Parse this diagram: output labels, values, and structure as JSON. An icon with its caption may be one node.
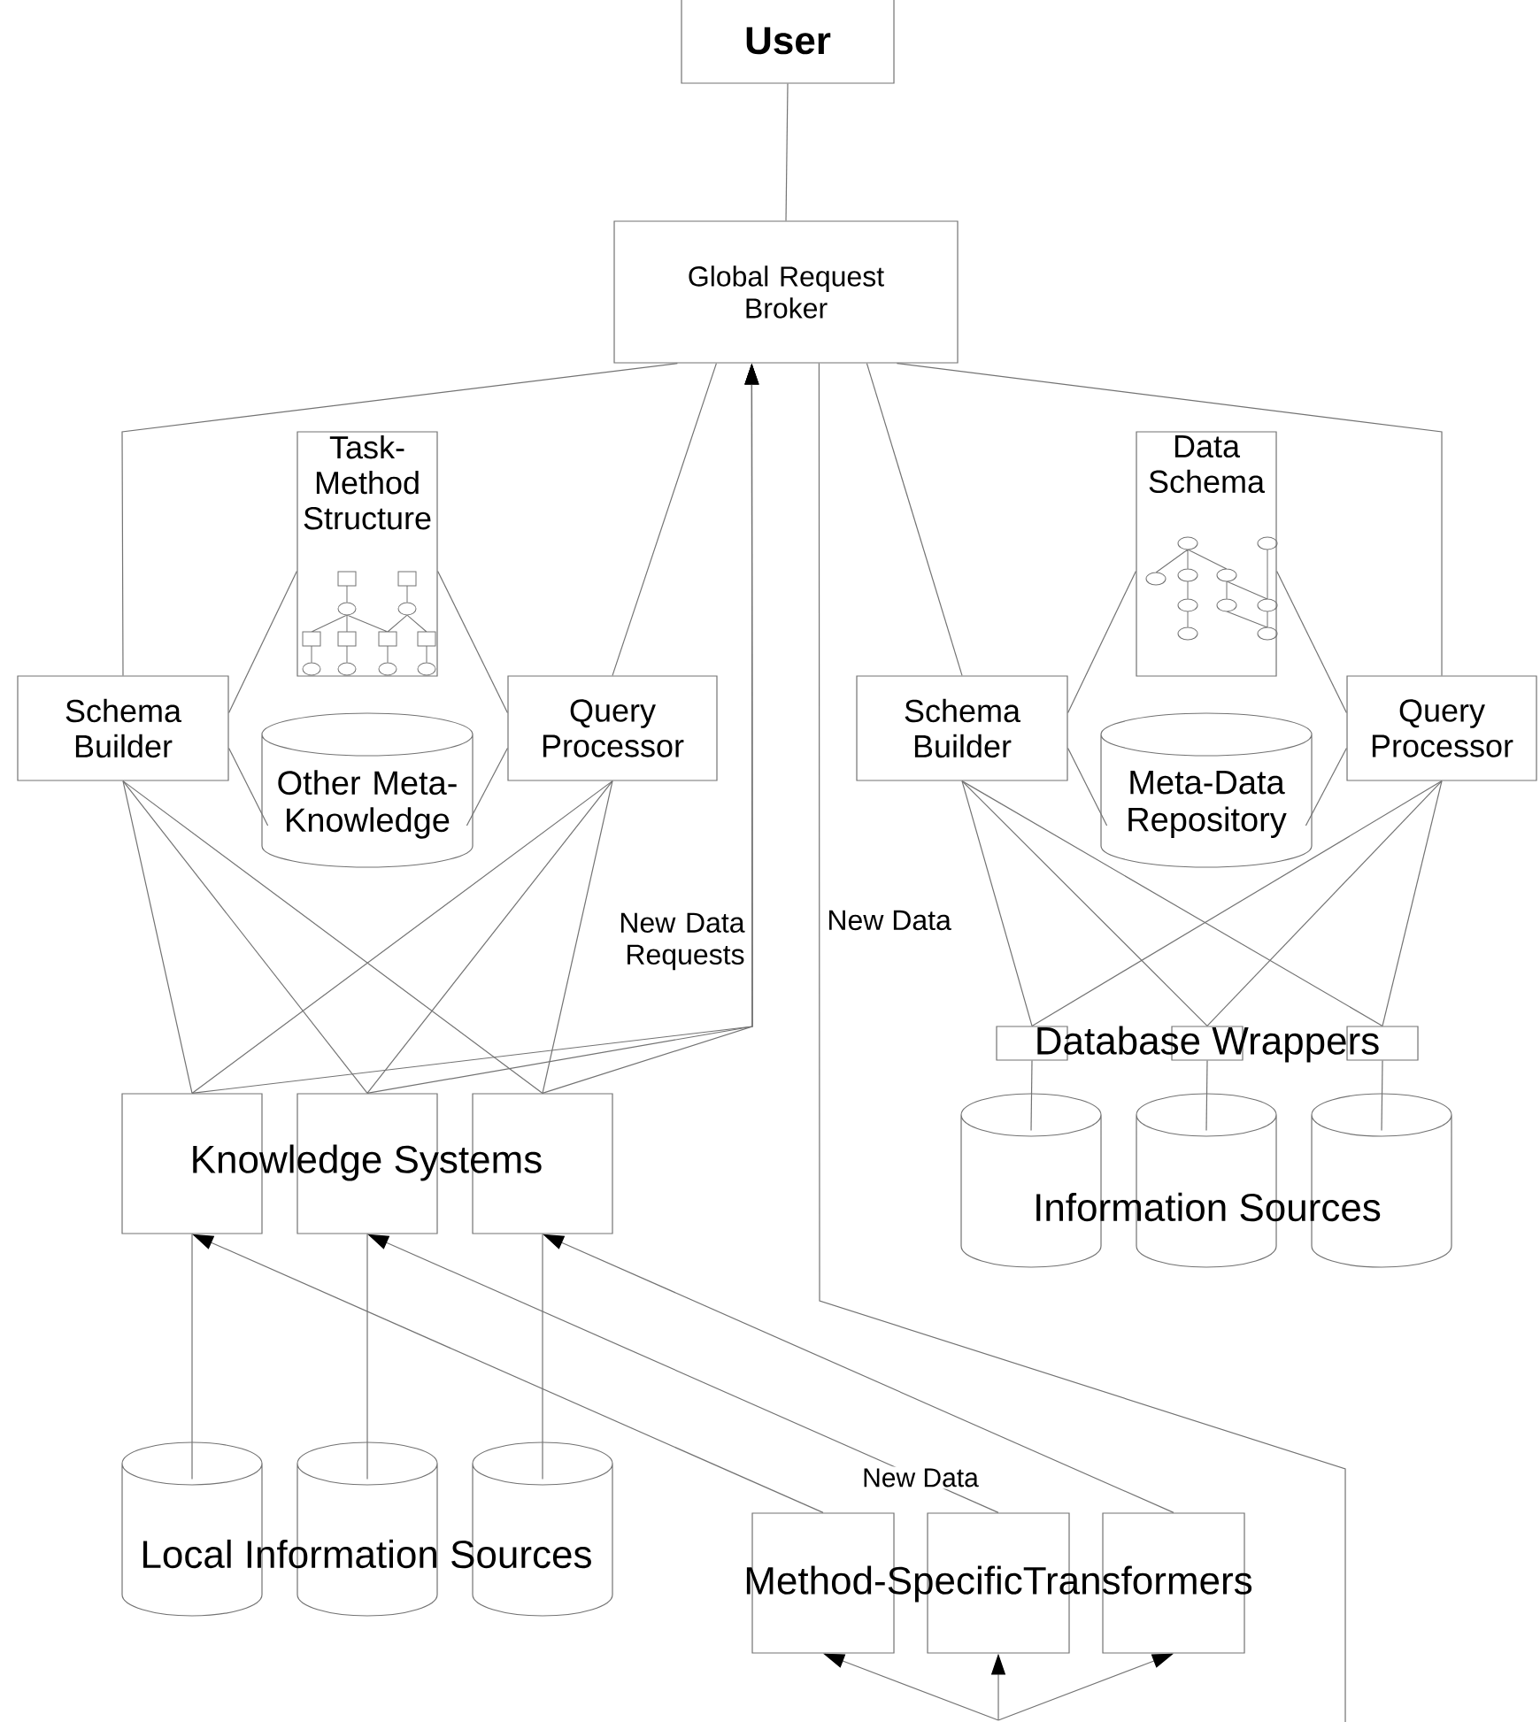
{
  "diagram": {
    "nodes": [
      {
        "text": [
          "User"
        ]
      },
      {
        "text": [
          "Global Request Broker"
        ]
      },
      {
        "text": [
          "Task-Method Structure"
        ]
      },
      {
        "text": [
          "Schema Builder"
        ]
      },
      {
        "text": [
          "Other Meta-Knowledge"
        ]
      },
      {
        "text": [
          "Query Processor"
        ]
      },
      {
        "text": [
          "Data Schema"
        ]
      },
      {
        "text": [
          "Schema Builder"
        ]
      },
      {
        "text": [
          "Meta-Data Repository"
        ]
      },
      {
        "text": [
          "Query Processor"
        ]
      },
      {
        "text": [],
        "shape": "box"
      },
      {
        "text": [],
        "shape": "box"
      },
      {
        "text": [],
        "shape": "box"
      },
      {
        "text": [],
        "shape": "cylinder"
      },
      {
        "text": [],
        "shape": "cylinder"
      },
      {
        "text": [],
        "shape": "cylinder"
      },
      {
        "text": [],
        "shape": "box"
      },
      {
        "text": [],
        "shape": "box"
      },
      {
        "text": [],
        "shape": "box"
      },
      {
        "text": [],
        "shape": "cylinder"
      },
      {
        "text": [],
        "shape": "cylinder"
      },
      {
        "text": [],
        "shape": "cylinder"
      },
      {
        "text": [],
        "shape": "box"
      },
      {
        "text": [],
        "shape": "box"
      },
      {
        "text": [],
        "shape": "box"
      }
    ],
    "edges": [
      {
        "from": 0,
        "to": 1,
        "arrow": "none"
      },
      {
        "from": 1,
        "to": 3,
        "arrow": "none"
      },
      {
        "from": 1,
        "to": 5,
        "arrow": "none"
      },
      {
        "from": 1,
        "to": 7,
        "arrow": "none"
      },
      {
        "from": 1,
        "to": 9,
        "arrow": "none"
      },
      {
        "from": 3,
        "to": 2,
        "arrow": "none"
      },
      {
        "from": 2,
        "to": 5,
        "arrow": "none"
      },
      {
        "from": 3,
        "to": 4,
        "arrow": "none"
      },
      {
        "from": 4,
        "to": 5,
        "arrow": "none"
      },
      {
        "from": 7,
        "to": 6,
        "arrow": "none"
      },
      {
        "from": 6,
        "to": 9,
        "arrow": "none"
      },
      {
        "from": 7,
        "to": 8,
        "arrow": "none"
      },
      {
        "from": 8,
        "to": 9,
        "arrow": "none"
      },
      {
        "from": 3,
        "to": 16,
        "arrow": "none"
      },
      {
        "from": 3,
        "to": 17,
        "arrow": "none"
      },
      {
        "from": 3,
        "to": 18,
        "arrow": "none"
      },
      {
        "from": 5,
        "to": 16,
        "arrow": "none"
      },
      {
        "from": 5,
        "to": 17,
        "arrow": "none"
      },
      {
        "from": 5,
        "to": 18,
        "arrow": "none"
      },
      {
        "from": 16,
        "to": 1,
        "arrow": "to"
      },
      {
        "from": 17,
        "to": 1,
        "arrow": "to"
      },
      {
        "from": 18,
        "to": 1,
        "arrow": "to",
        "label": "New Data Requests"
      },
      {
        "from": 7,
        "to": 10,
        "arrow": "none"
      },
      {
        "from": 7,
        "to": 11,
        "arrow": "none"
      },
      {
        "from": 7,
        "to": 12,
        "arrow": "none"
      },
      {
        "from": 9,
        "to": 10,
        "arrow": "none"
      },
      {
        "from": 9,
        "to": 11,
        "arrow": "none"
      },
      {
        "from": 9,
        "to": 12,
        "arrow": "none"
      },
      {
        "from": 10,
        "to": 13,
        "arrow": "none"
      },
      {
        "from": 11,
        "to": 14,
        "arrow": "none"
      },
      {
        "from": 12,
        "to": 15,
        "arrow": "none"
      },
      {
        "from": 19,
        "to": 16,
        "arrow": "none"
      },
      {
        "from": 20,
        "to": 17,
        "arrow": "none"
      },
      {
        "from": 21,
        "to": 18,
        "arrow": "none"
      },
      {
        "from": 22,
        "to": 16,
        "arrow": "to"
      },
      {
        "from": 23,
        "to": 17,
        "arrow": "to",
        "label": "New Data"
      },
      {
        "from": 24,
        "to": 18,
        "arrow": "to"
      },
      {
        "from": null,
        "to": 22,
        "arrow": "to"
      },
      {
        "from": null,
        "to": 23,
        "arrow": "to"
      },
      {
        "from": null,
        "to": 24,
        "arrow": "to"
      },
      {
        "from": 1,
        "to": null,
        "arrow": "none",
        "label": "New Data"
      }
    ],
    "labels": [
      "Database Wrappers",
      "Information Sources",
      "Knowledge Systems",
      "Local Information Sources",
      "Method-SpecificTransformers"
    ]
  }
}
